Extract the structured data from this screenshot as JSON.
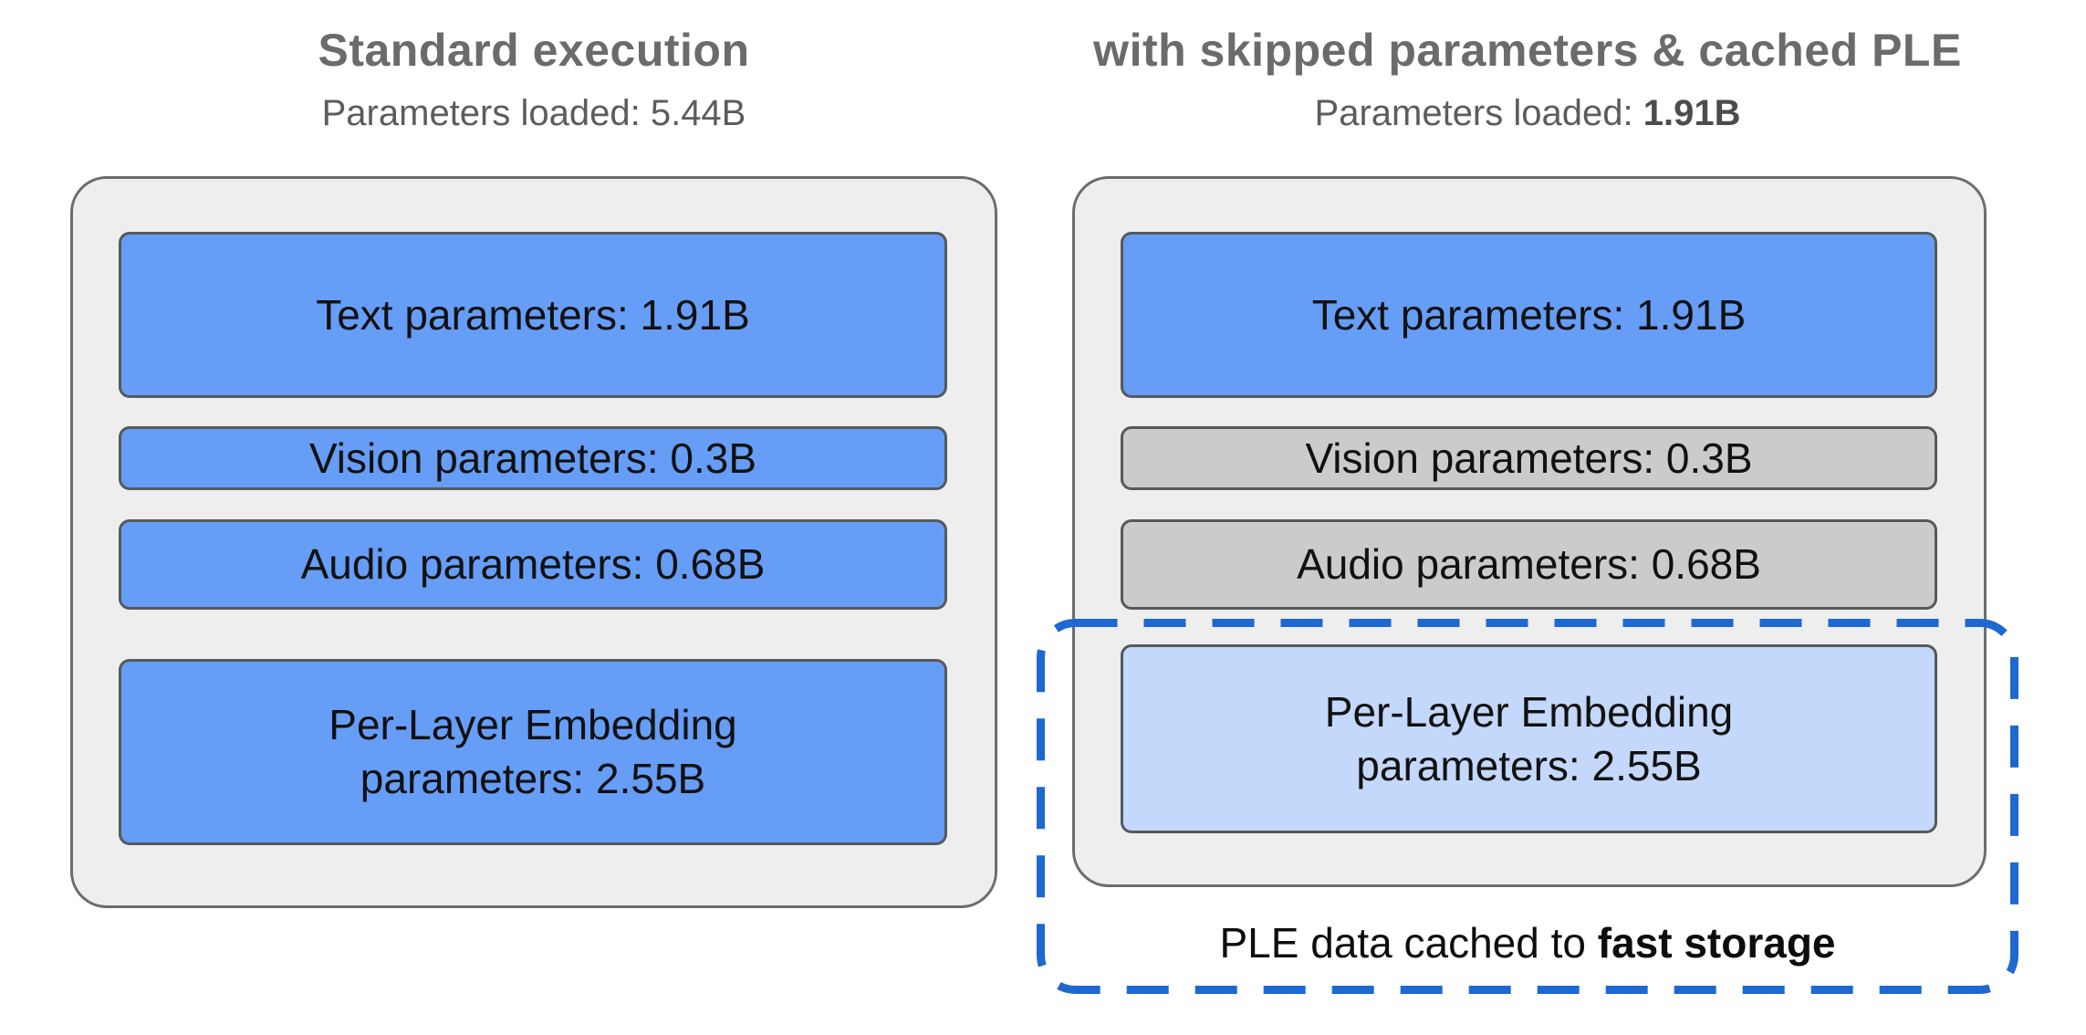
{
  "palette": {
    "loaded_blue": "#669df6",
    "skipped_gray": "#cbcbcb",
    "cached_light_blue": "#c3d8fb",
    "container_gray": "#eeeeee",
    "dashed_blue": "#1e68d2",
    "title_gray": "#6b6b6b"
  },
  "left_panel": {
    "title": "Standard execution",
    "params_loaded_label": "Parameters loaded: ",
    "params_loaded_value": "5.44B",
    "boxes": {
      "text": {
        "label": "Text parameters: 1.91B"
      },
      "vision": {
        "label": "Vision parameters: 0.3B"
      },
      "audio": {
        "label": "Audio parameters: 0.68B"
      },
      "ple": {
        "line1": "Per-Layer Embedding",
        "line2": "parameters: 2.55B"
      }
    }
  },
  "right_panel": {
    "title": "with skipped parameters & cached PLE",
    "params_loaded_label": "Parameters loaded: ",
    "params_loaded_value": "1.91B",
    "boxes": {
      "text": {
        "label": "Text parameters: 1.91B"
      },
      "vision": {
        "label": "Vision parameters: 0.3B"
      },
      "audio": {
        "label": "Audio parameters: 0.68B"
      },
      "ple": {
        "line1": "Per-Layer Embedding",
        "line2": "parameters: 2.55B"
      }
    },
    "cache_note": {
      "prefix": "PLE data cached to ",
      "bold": "fast storage"
    }
  }
}
